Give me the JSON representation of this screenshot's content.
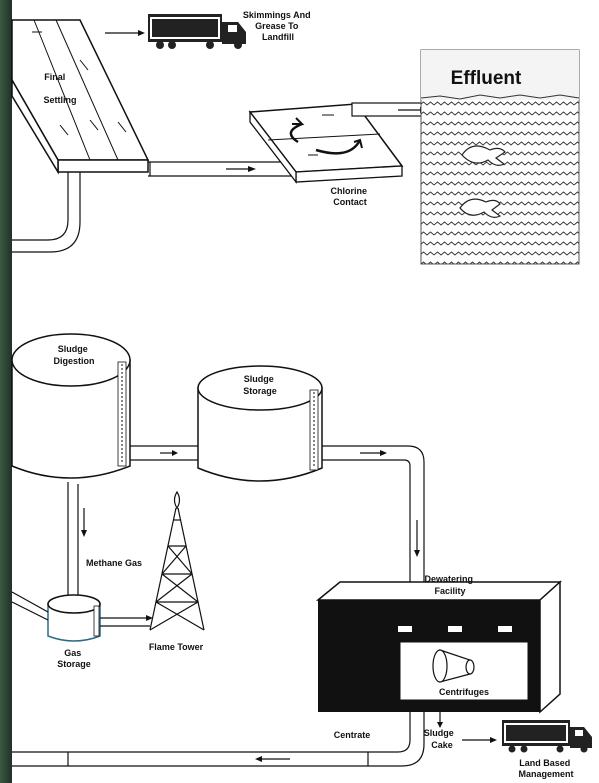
{
  "labels": {
    "skimmings": [
      "Skimmings And",
      "Grease To",
      "Landfill"
    ],
    "final_settling": [
      "Final",
      "Settling"
    ],
    "effluent": "Effluent",
    "chlorine_contact": [
      "Chlorine",
      "Contact"
    ],
    "sludge_digestion": [
      "Sludge",
      "Digestion"
    ],
    "sludge_storage": [
      "Sludge",
      "Storage"
    ],
    "methane_gas": "Methane Gas",
    "gas_storage": [
      "Gas",
      "Storage"
    ],
    "flame_tower": "Flame Tower",
    "dewatering_facility": [
      "Dewatering",
      "Facility"
    ],
    "centrifuges": "Centrifuges",
    "centrate": "Centrate",
    "sludge_cake": [
      "Sludge",
      "Cake"
    ],
    "land_based_management": [
      "Land Based",
      "Management"
    ]
  },
  "colors": {
    "background": "#0d1512",
    "paper": "#ffffff",
    "ink": "#111111",
    "effluent_panel": "#f4f4f4"
  }
}
